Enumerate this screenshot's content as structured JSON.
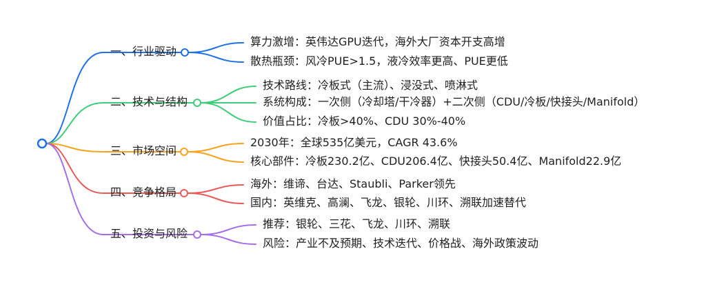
{
  "branches": [
    {
      "label": "一、行业驱动",
      "color": "#1f6fe5",
      "items": [
        "算力激增：英伟达GPU迭代，海外大厂资本开支高增",
        "散热瓶颈：风冷PUE>1.5，液冷效率更高、PUE更低"
      ]
    },
    {
      "label": "二、技术与结构",
      "color": "#3dcc78",
      "items": [
        "技术路线：冷板式（主流）、浸没式、喷淋式",
        "系统构成：一次侧（冷却塔/干冷器）+二次侧（CDU/冷板/快接头/Manifold）",
        "价值占比：冷板>40%、CDU 30%-40%"
      ]
    },
    {
      "label": "三、市场空间",
      "color": "#f5a31e",
      "items": [
        "2030年：全球535亿美元，CAGR 43.6%",
        "核心部件：冷板230.2亿、CDU206.4亿、快接头50.4亿、Manifold22.9亿"
      ]
    },
    {
      "label": "四、竞争格局",
      "color": "#e85a5a",
      "items": [
        "海外：维谛、台达、Staubli、Parker领先",
        "国内：英维克、高澜、飞龙、银轮、川环、溯联加速替代"
      ]
    },
    {
      "label": "五、投资与风险",
      "color": "#a46ee6",
      "items": [
        "推荐：银轮、三花、飞龙、川环、溯联",
        "风险：产业不及预期、技术迭代、价格战、海外政策波动"
      ]
    }
  ],
  "root_color": "#1f6fe5"
}
